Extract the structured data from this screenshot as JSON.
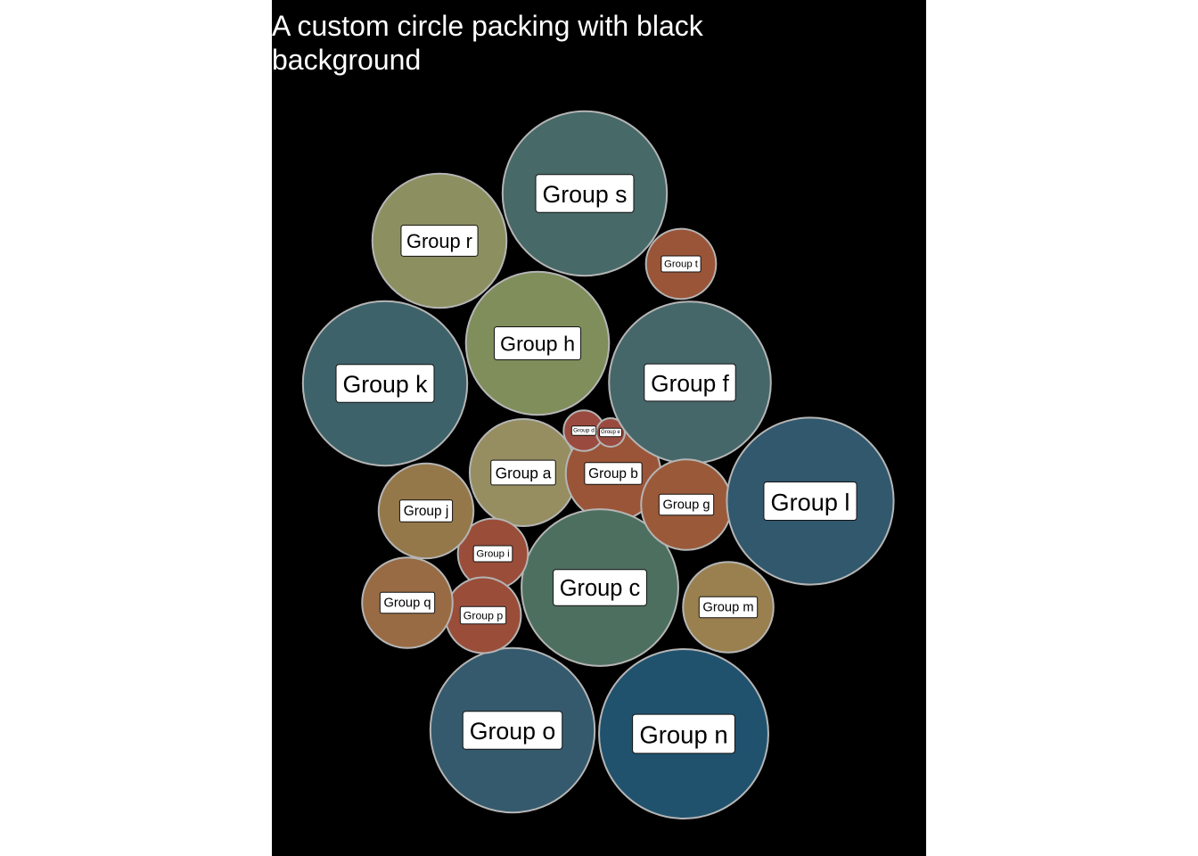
{
  "chart_data": {
    "type": "circle-packing",
    "title": "A custom circle packing with black background",
    "background": "#000000",
    "border_color": "#b5b5b5",
    "label_style": "white boxed labels, text size scales with value",
    "bubbles": [
      {
        "label": "Group a",
        "value": 14,
        "color": "#968E61"
      },
      {
        "label": "Group b",
        "value": 11,
        "color": "#9A5538"
      },
      {
        "label": "Group c",
        "value": 30,
        "color": "#4D6F5F"
      },
      {
        "label": "Group d",
        "value": 2,
        "color": "#9A4A3E"
      },
      {
        "label": "Group e",
        "value": 1,
        "color": "#9A4A3E"
      },
      {
        "label": "Group f",
        "value": 32,
        "color": "#46676A"
      },
      {
        "label": "Group g",
        "value": 10,
        "color": "#9A5A3A"
      },
      {
        "label": "Group h",
        "value": 25,
        "color": "#7F8E5B"
      },
      {
        "label": "Group i",
        "value": 6,
        "color": "#9A4E3A"
      },
      {
        "label": "Group j",
        "value": 11,
        "color": "#95784A"
      },
      {
        "label": "Group k",
        "value": 33,
        "color": "#3E626A"
      },
      {
        "label": "Group l",
        "value": 34,
        "color": "#31586D"
      },
      {
        "label": "Group m",
        "value": 10,
        "color": "#9A804E"
      },
      {
        "label": "Group n",
        "value": 35,
        "color": "#20526E"
      },
      {
        "label": "Group o",
        "value": 33,
        "color": "#355A6D"
      },
      {
        "label": "Group p",
        "value": 7,
        "color": "#9A4E3A"
      },
      {
        "label": "Group q",
        "value": 10,
        "color": "#986B44"
      },
      {
        "label": "Group r",
        "value": 22,
        "color": "#8C9060"
      },
      {
        "label": "Group s",
        "value": 33,
        "color": "#476967"
      },
      {
        "label": "Group t",
        "value": 6,
        "color": "#9A5538"
      }
    ]
  }
}
